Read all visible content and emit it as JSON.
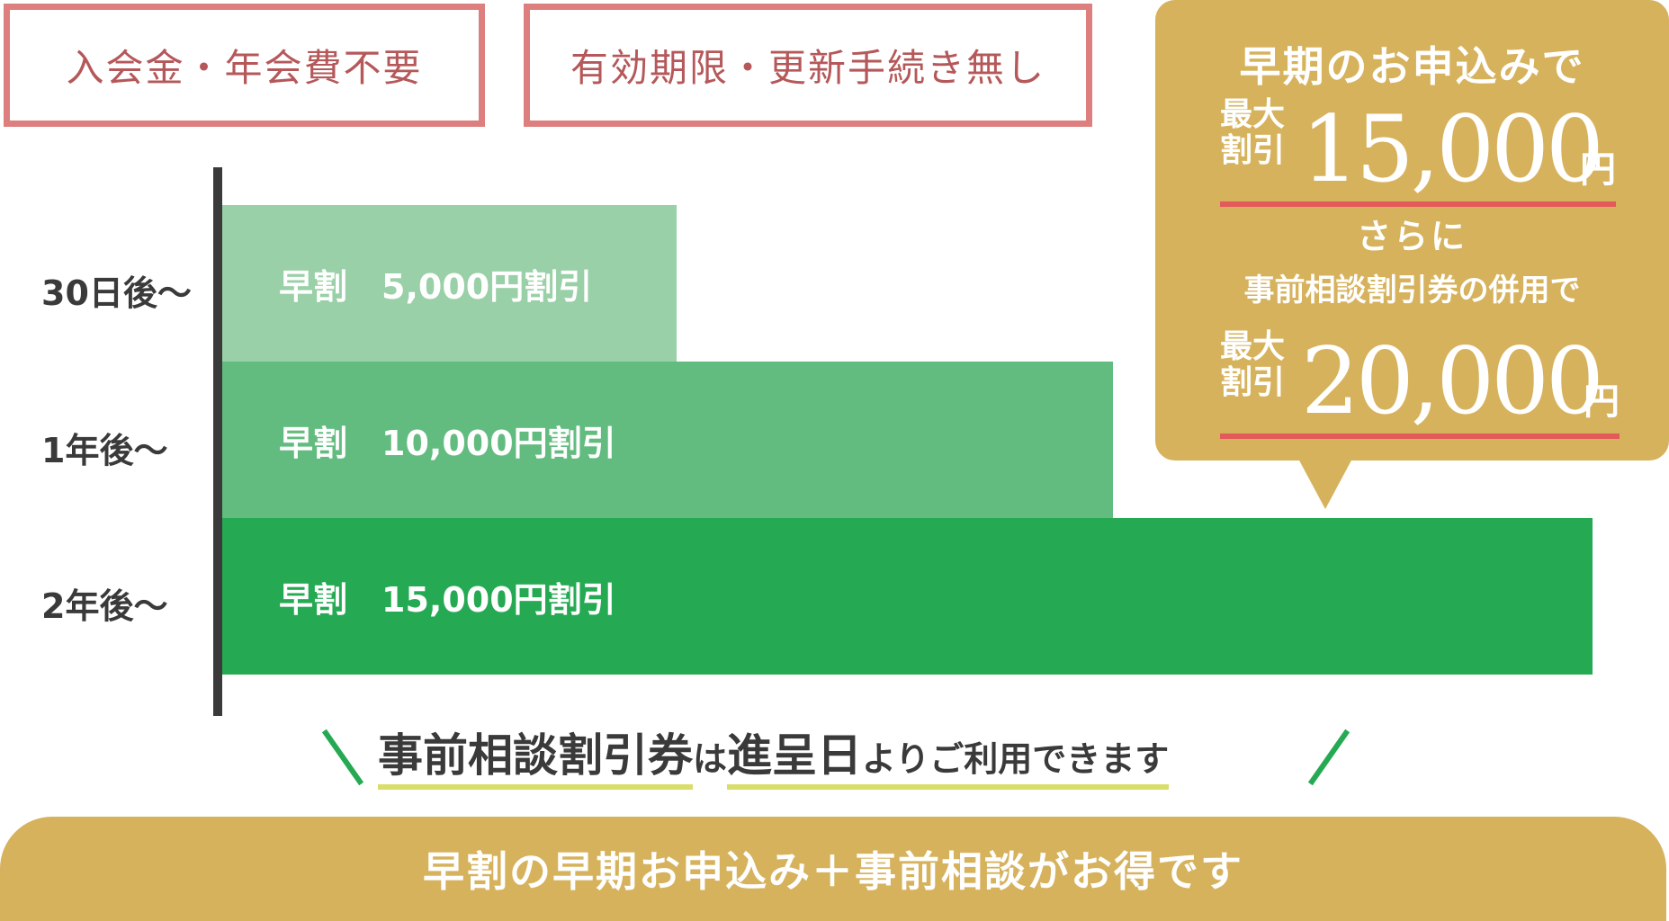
{
  "tags": {
    "no_fee": "入会金・年会費不要",
    "no_expiry": "有効期限・更新手続き無し"
  },
  "rows": [
    {
      "label": "30日後～",
      "bar_text": "早割　5,000円割引"
    },
    {
      "label": "1年後～",
      "bar_text": "早割　10,000円割引"
    },
    {
      "label": "2年後～",
      "bar_text": "早割　15,000円割引"
    }
  ],
  "callout": {
    "headline": "早期のお申込みで",
    "max_label_line1": "最大",
    "max_label_line2": "割引",
    "amount1": "15,000",
    "amount2": "20,000",
    "unit": "円",
    "further": "さらに",
    "combo": "事前相談割引券の併用で"
  },
  "note": {
    "part1": "事前相談割引券",
    "part2": "は",
    "part3": "進呈日",
    "part4": "よりご利用できます"
  },
  "banner": "早割の早期お申込み＋事前相談がお得です",
  "colors": {
    "pink_border": "#dd7e7f",
    "light_green": "#99d0a7",
    "mid_green": "#63bc7f",
    "dark_green": "#25aa53",
    "gold": "#d6b25d",
    "red_underline": "#e25a5a",
    "yellow_underline": "#d9dd6a"
  }
}
